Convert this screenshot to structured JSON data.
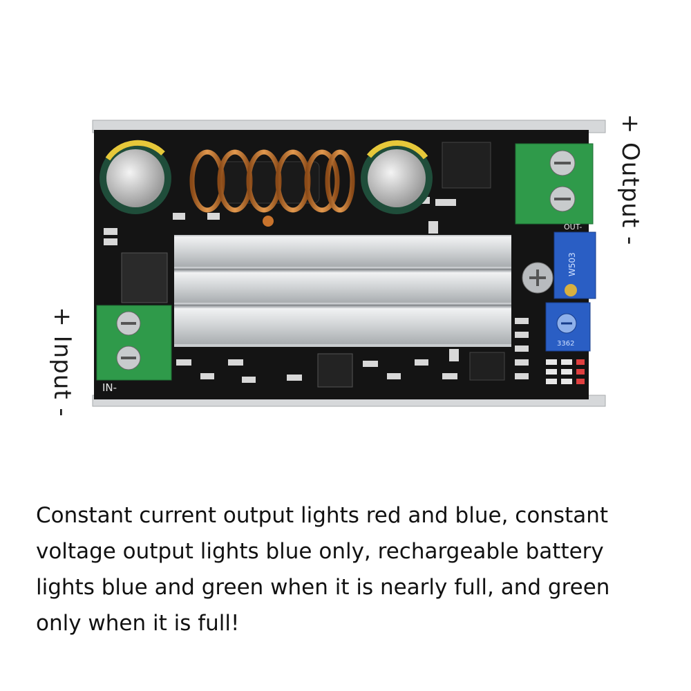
{
  "labels": {
    "input": "+ Input -",
    "output": "+ Output -"
  },
  "board": {
    "silkscreen_in": "IN-",
    "silkscreen_out": "OUT-",
    "pot_top_marking": "W503",
    "pot_bottom_marking": "3362"
  },
  "caption": "Constant current output lights red and blue, constant voltage output lights blue only, rechargeable battery lights blue and green when it is nearly full, and green only when it is full!",
  "colors": {
    "pcb": "#161616",
    "heatsink": "#d9dcde",
    "terminal_green": "#2f9a4a",
    "pot_blue": "#2a5ec4",
    "copper": "#c8732c",
    "capacitor": "#1f4d3a"
  },
  "icons": [
    "screw-terminal-icon",
    "potentiometer-icon",
    "inductor-icon",
    "capacitor-icon"
  ]
}
